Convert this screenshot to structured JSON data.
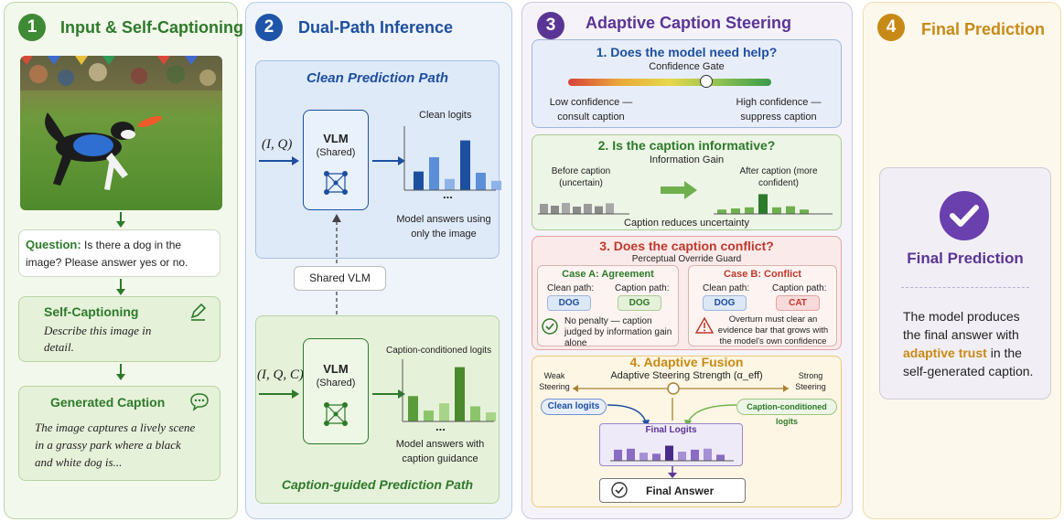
{
  "panel1": {
    "number": "1",
    "title": "Input & Self-Captioning",
    "question_label": "Question:",
    "question_text": "Is there a dog in the image? Please answer yes or no.",
    "selfcap_title": "Self-Captioning",
    "selfcap_text": "Describe this image in detail.",
    "gencap_title": "Generated Caption",
    "gencap_text": "The image captures a lively scene in a grassy park where a black and white dog is..."
  },
  "panel2": {
    "number": "2",
    "title": "Dual-Path Inference",
    "clean_path_title": "Clean Prediction Path",
    "clean_input": "(I, Q)",
    "vlm_label": "VLM",
    "vlm_sub": "(Shared)",
    "clean_logits": "Clean logits",
    "ellipsis": "...",
    "clean_desc": "Model answers using only the image",
    "shared_vlm": "Shared VLM",
    "cap_input": "(I, Q, C)",
    "cap_logits": "Caption-conditioned logits",
    "cap_desc": "Model answers with caption guidance",
    "cap_path_title": "Caption-guided Prediction Path"
  },
  "panel3": {
    "number": "3",
    "title": "Adaptive Caption Steering",
    "q1_title": "1. Does the model need help?",
    "q1_sub": "Confidence Gate",
    "q1_low": "Low confidence — consult caption",
    "q1_high": "High confidence — suppress caption",
    "q2_title": "2. Is the caption informative?",
    "q2_sub": "Information Gain",
    "q2_before": "Before caption (uncertain)",
    "q2_after": "After caption (more confident)",
    "q2_note": "Caption reduces uncertainty",
    "q3_title": "3. Does the caption conflict?",
    "q3_sub": "Perceptual Override Guard",
    "caseA_title": "Case A: Agreement",
    "caseB_title": "Case B: Conflict",
    "clean_path": "Clean path:",
    "caption_path": "Caption path:",
    "a_clean_val": "DOG",
    "a_cap_val": "DOG",
    "b_clean_val": "DOG",
    "b_cap_val": "CAT",
    "a_note": "No penalty — caption judged by information gain alone",
    "b_note": "Overturn must clear an evidence bar that grows with the model's own confidence",
    "q4_title": "4. Adaptive Fusion",
    "q4_sub": "Adaptive Steering Strength (α_eff)",
    "weak": "Weak Steering",
    "strong": "Strong Steering",
    "clean_logits_tag": "Clean logits",
    "cap_logits_tag": "Caption-conditioned logits",
    "final_logits": "Final Logits",
    "final_answer": "Final Answer"
  },
  "panel4": {
    "number": "4",
    "title": "Final Prediction",
    "card_title": "Final Prediction",
    "desc_pre": "The model produces the final answer with",
    "desc_highlight": "adaptive trust",
    "desc_post": "in the self-generated caption."
  },
  "chart_values": {
    "clean_bars": [
      0.3,
      0.53,
      0.18,
      0.8,
      0.28,
      0.15
    ],
    "cap_bars": [
      0.42,
      0.18,
      0.3,
      0.9,
      0.25,
      0.15
    ],
    "before_bars": [
      0.55,
      0.45,
      0.6,
      0.4,
      0.55,
      0.42,
      0.58
    ],
    "after_bars": [
      0.2,
      0.25,
      0.3,
      0.9,
      0.3,
      0.35,
      0.2
    ],
    "final_bars": [
      0.55,
      0.6,
      0.4,
      0.35,
      0.75,
      0.45,
      0.55,
      0.6,
      0.3
    ],
    "confidence_gate_position": 0.68
  },
  "colors": {
    "green": "#2d7a2a",
    "blue": "#1d4fa0",
    "purple": "#5b3595",
    "red": "#c0392b",
    "orange": "#c88a16"
  }
}
